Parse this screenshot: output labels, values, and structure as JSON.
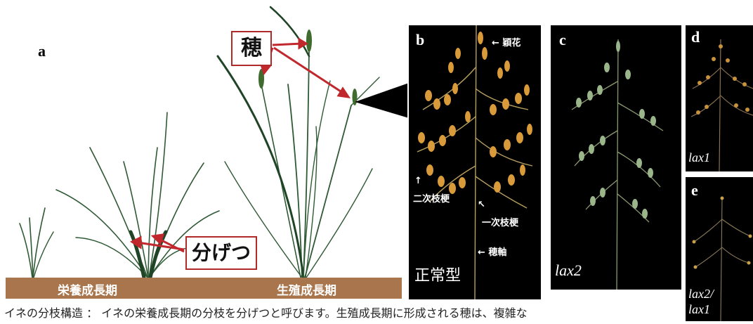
{
  "figure": {
    "panel_a": {
      "letter": "a",
      "ground_left": "栄養成長期",
      "ground_right": "生殖成長期",
      "callout_panicle": "穂",
      "callout_tiller": "分げつ"
    },
    "panel_b": {
      "letter": "b",
      "label": "正常型",
      "annotations": {
        "spikelet": "穎花",
        "secondary_branch": "二次枝梗",
        "primary_branch": "一次枝梗",
        "rachis": "穂軸"
      }
    },
    "panel_c": {
      "letter": "c",
      "label": "lax2"
    },
    "panel_d": {
      "letter": "d",
      "label": "lax1"
    },
    "panel_e": {
      "letter": "e",
      "label_line1": "lax2/",
      "label_line2": "lax1"
    },
    "caption": "イネの分枝構造 ： イネの栄養成長期の分枝を分げつと呼びます。生殖成長期に形成される穂は、複雑な"
  },
  "colors": {
    "accent_red": "#c0282e",
    "ground": "#a8754d",
    "leaf": "#2f5a35",
    "grain": "#d99a3a",
    "grain_green": "#9bb58a"
  }
}
